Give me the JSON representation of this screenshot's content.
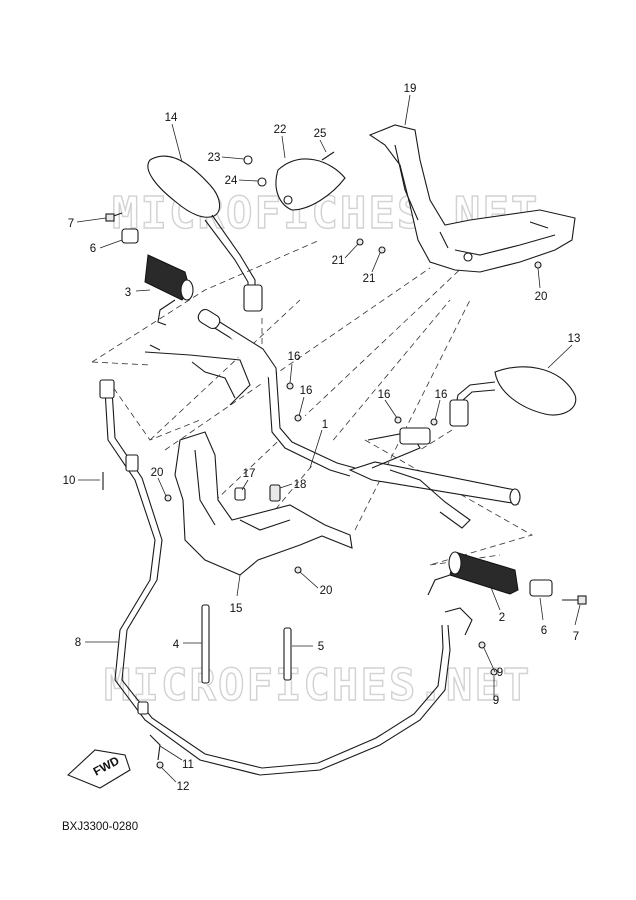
{
  "watermark": "MICROFICHES.NET",
  "drawing_code": "BXJ3300-0280",
  "fwd_label": "FWD",
  "callouts": [
    "1",
    "2",
    "3",
    "4",
    "5",
    "6",
    "6",
    "7",
    "7",
    "8",
    "9",
    "9",
    "10",
    "11",
    "12",
    "13",
    "14",
    "15",
    "16",
    "16",
    "16",
    "16",
    "17",
    "18",
    "19",
    "20",
    "20",
    "20",
    "21",
    "21",
    "22",
    "23",
    "24",
    "25"
  ]
}
